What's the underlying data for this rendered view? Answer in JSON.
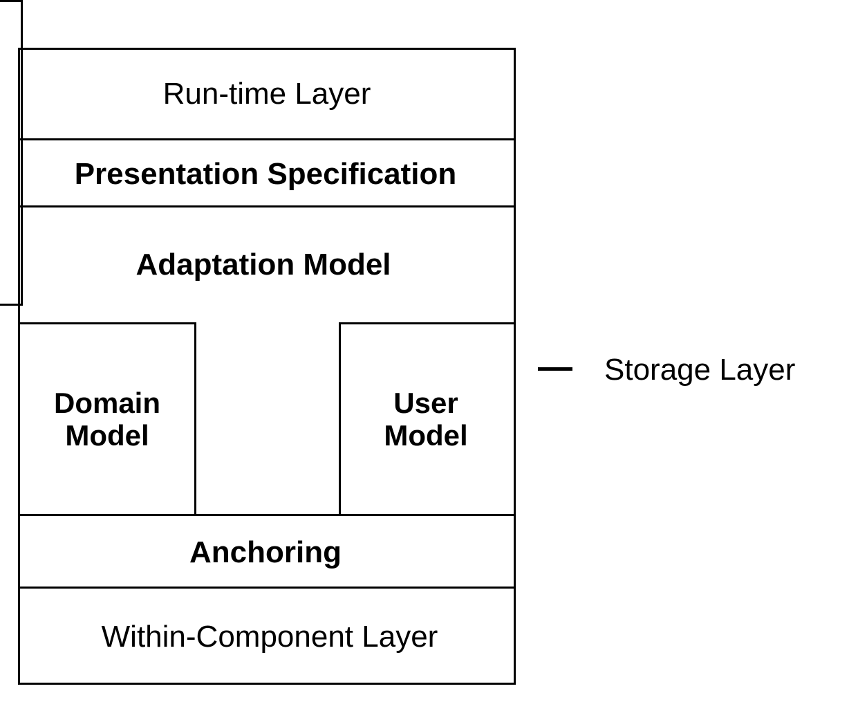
{
  "diagram": {
    "title": "Layered architecture with storage layer brace",
    "stroke_color": "#000000",
    "background_color": "#ffffff",
    "layers": [
      {
        "id": "run-time",
        "label": "Run-time Layer",
        "weight": "regular"
      },
      {
        "id": "presentation",
        "label": "Presentation Specification",
        "weight": "bold"
      },
      {
        "id": "adaptation",
        "label": "Adaptation Model",
        "weight": "bold"
      },
      {
        "id": "anchoring",
        "label": "Anchoring",
        "weight": "bold"
      },
      {
        "id": "within-component",
        "label": "Within-Component Layer",
        "weight": "regular"
      }
    ],
    "models": [
      {
        "id": "domain-model",
        "label": "Domain\nModel",
        "weight": "bold"
      },
      {
        "id": "user-model",
        "label": "User\nModel",
        "weight": "bold"
      }
    ],
    "annotation": {
      "id": "storage-layer",
      "label": "Storage Layer",
      "weight": "regular",
      "brace_icon": "brace-bracket-icon",
      "leader_icon": "leader-line-icon"
    }
  }
}
